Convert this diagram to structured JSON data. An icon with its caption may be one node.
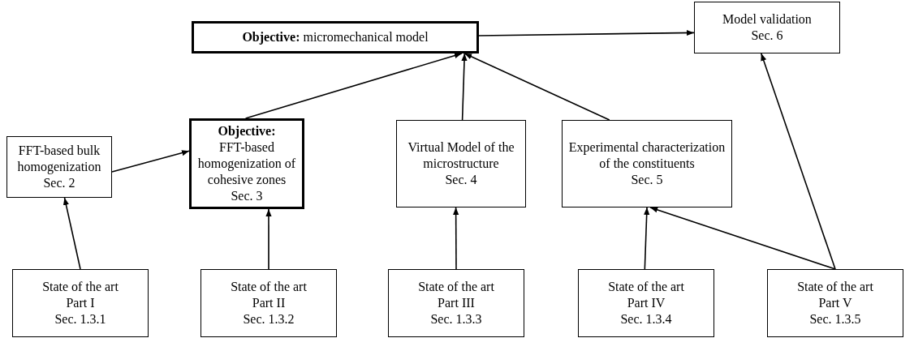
{
  "diagram": {
    "nodes": [
      {
        "text": [
          "**Objective:** micromechanical model"
        ]
      },
      {
        "text": [
          "Model validation",
          "Sec. 6"
        ]
      },
      {
        "text": [
          "FFT-based bulk homogenization",
          "Sec. 2"
        ]
      },
      {
        "text": [
          "**Objective:**",
          "FFT-based homogenization of cohesive zones",
          "Sec. 3"
        ]
      },
      {
        "text": [
          "Virtual Model of the microstructure",
          "Sec. 4"
        ]
      },
      {
        "text": [
          "Experimental characterization of the constituents",
          "Sec. 5"
        ]
      },
      {
        "text": [
          "State of the art",
          "Part I",
          "Sec. 1.3.1"
        ]
      },
      {
        "text": [
          "State of the art",
          "Part II",
          "Sec. 1.3.2"
        ]
      },
      {
        "text": [
          "State of the art",
          "Part III",
          "Sec. 1.3.3"
        ]
      },
      {
        "text": [
          "State of the art",
          "Part IV",
          "Sec. 1.3.4"
        ]
      },
      {
        "text": [
          "State of the art",
          "Part V",
          "Sec. 1.3.5"
        ]
      }
    ],
    "edges": [
      {
        "from": 6,
        "to": 2,
        "arrow": "to"
      },
      {
        "from": 7,
        "to": 3,
        "arrow": "to"
      },
      {
        "from": 8,
        "to": 4,
        "arrow": "to"
      },
      {
        "from": 9,
        "to": 5,
        "arrow": "to"
      },
      {
        "from": 10,
        "to": 5,
        "arrow": "to"
      },
      {
        "from": 10,
        "to": 1,
        "arrow": "to"
      },
      {
        "from": 2,
        "to": 3,
        "arrow": "to"
      },
      {
        "from": 3,
        "to": 0,
        "arrow": "to"
      },
      {
        "from": 4,
        "to": 0,
        "arrow": "to"
      },
      {
        "from": 5,
        "to": 0,
        "arrow": "to"
      },
      {
        "from": 0,
        "to": 1,
        "arrow": "to"
      }
    ]
  }
}
